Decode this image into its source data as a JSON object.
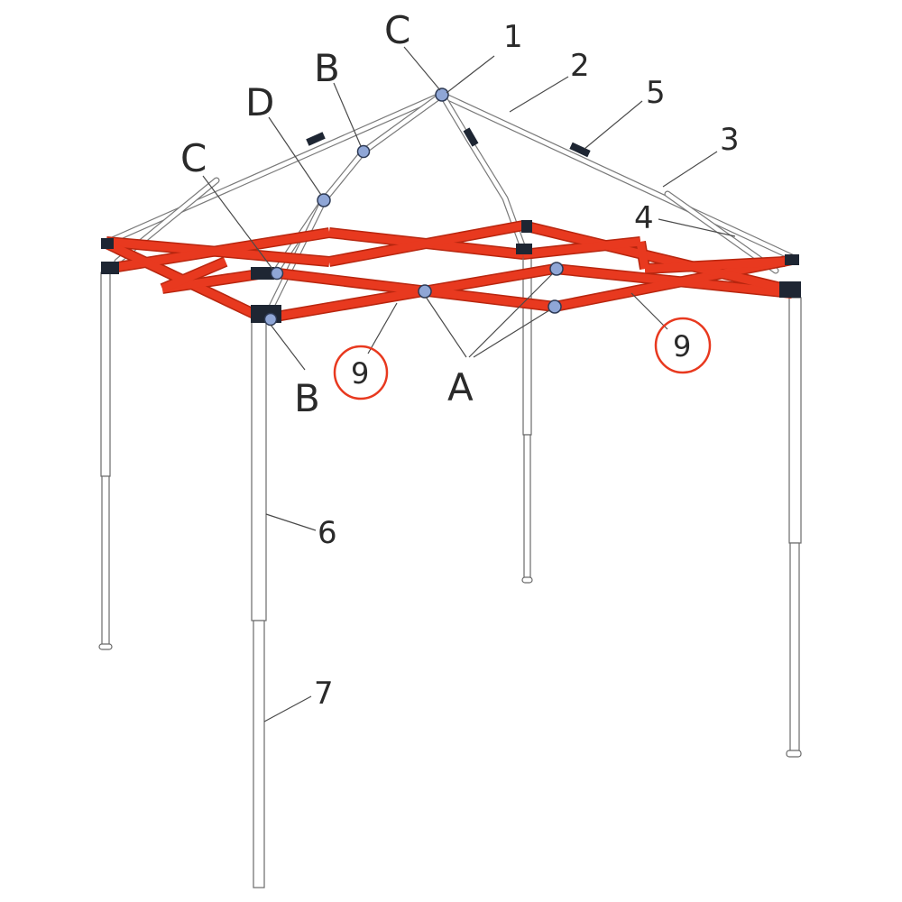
{
  "labels": {
    "c_top": "C",
    "one": "1",
    "two": "2",
    "five": "5",
    "three": "3",
    "b_top": "B",
    "d": "D",
    "c_left": "C",
    "four": "4",
    "b_bottom": "B",
    "nine_left": "9",
    "a": "A",
    "nine_right": "9",
    "six": "6",
    "seven": "7"
  },
  "colors": {
    "truss_red": "#e8391f",
    "truss_red_edge": "#b8260f",
    "joint_fill": "#8fa6d6",
    "bracket_dark": "#1e2633",
    "circle_red": "#e8391f"
  }
}
